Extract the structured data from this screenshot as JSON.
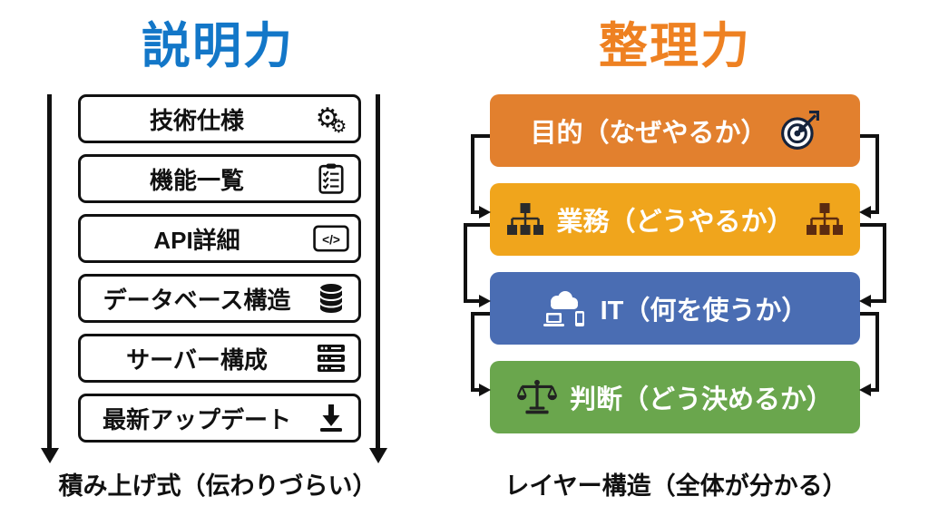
{
  "left_panel": {
    "title": "説明力",
    "title_color": "#1377c8",
    "items": [
      {
        "label": "技術仕様",
        "icon": "gears-icon",
        "glyph": "⚙"
      },
      {
        "label": "機能一覧",
        "icon": "checklist-icon"
      },
      {
        "label": "API詳細",
        "icon": "code-window-icon",
        "glyph": "</>"
      },
      {
        "label": "データベース構造",
        "icon": "database-icon"
      },
      {
        "label": "サーバー構成",
        "icon": "server-icon"
      },
      {
        "label": "最新アップデート",
        "icon": "download-icon"
      }
    ],
    "caption": "積み上げ式（伝わりづらい）"
  },
  "right_panel": {
    "title": "整理力",
    "title_color": "#ee8122",
    "layers": [
      {
        "label": "目的（なぜやるか）",
        "color": "#e2802e",
        "icon": "target-icon"
      },
      {
        "label": "業務（どうやるか）",
        "color": "#f0a51c",
        "icon": "flowchart-icon"
      },
      {
        "label": "IT（何を使うか）",
        "color": "#4a6db3",
        "icon": "cloud-devices-icon"
      },
      {
        "label": "判断（どう決めるか）",
        "color": "#6aa64d",
        "icon": "balance-scale-icon"
      }
    ],
    "caption": "レイヤー構造（全体が分かる）"
  }
}
